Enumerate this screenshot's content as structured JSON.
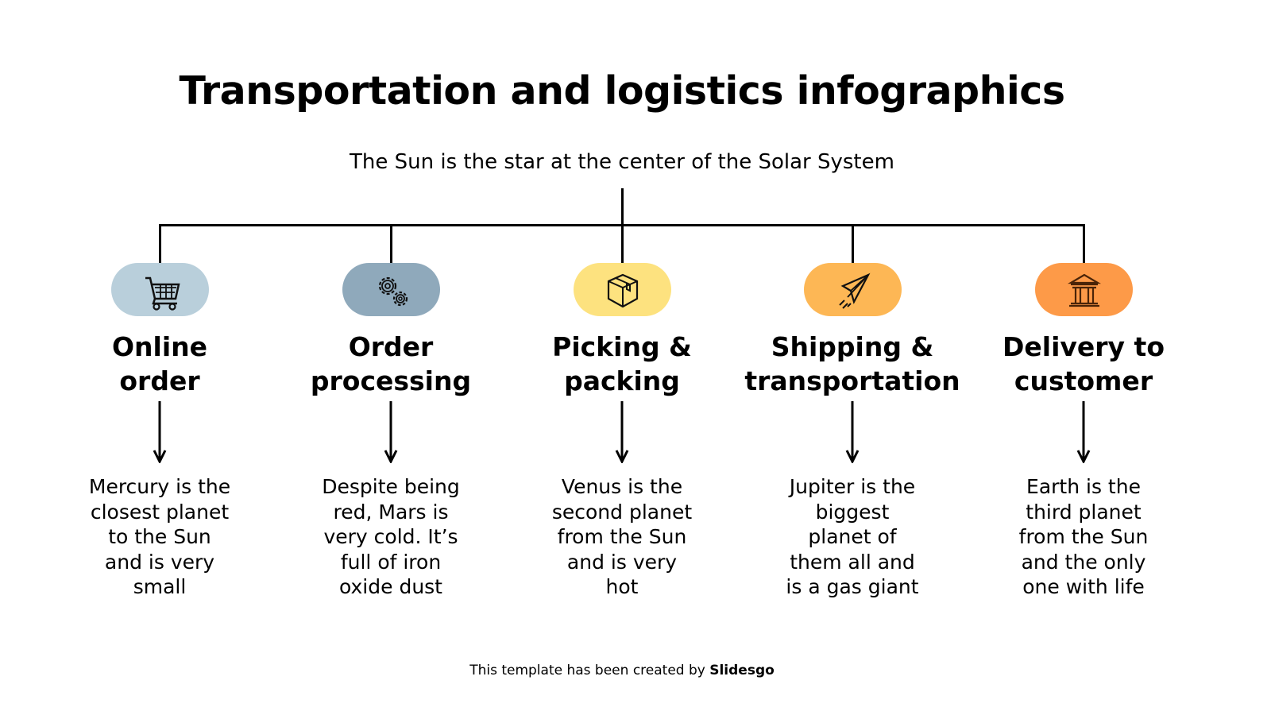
{
  "title": "Transportation and logistics infographics",
  "subtitle": "The Sun is the star at the center of the Solar System",
  "steps": [
    {
      "label1": "Online",
      "label2": "order",
      "icon": "shopping-cart-icon",
      "color": "#b9cfdb",
      "desc": [
        "Mercury is the",
        "closest planet",
        "to the Sun",
        "and is very",
        "small"
      ]
    },
    {
      "label1": "Order",
      "label2": "processing",
      "icon": "gears-icon",
      "color": "#8fa9bb",
      "desc": [
        "Despite being",
        "red, Mars is",
        "very cold. It’s",
        "full of iron",
        "oxide dust"
      ]
    },
    {
      "label1": "Picking &",
      "label2": "packing",
      "icon": "package-box-icon",
      "color": "#fde27f",
      "desc": [
        "Venus is the",
        "second planet",
        "from the Sun",
        "and is very",
        "hot"
      ]
    },
    {
      "label1": "Shipping &",
      "label2": "transportation",
      "icon": "paper-plane-icon",
      "color": "#fdb755",
      "desc": [
        "Jupiter is the",
        "biggest",
        "planet of",
        "them all and",
        "is a gas giant"
      ]
    },
    {
      "label1": "Delivery to",
      "label2": "customer",
      "icon": "building-icon",
      "color": "#fd9a48",
      "desc": [
        "Earth is the",
        "third planet",
        "from the Sun",
        "and the only",
        "one with life"
      ]
    }
  ],
  "footer": {
    "text": "This template has been created by ",
    "brand": "Slidesgo"
  }
}
